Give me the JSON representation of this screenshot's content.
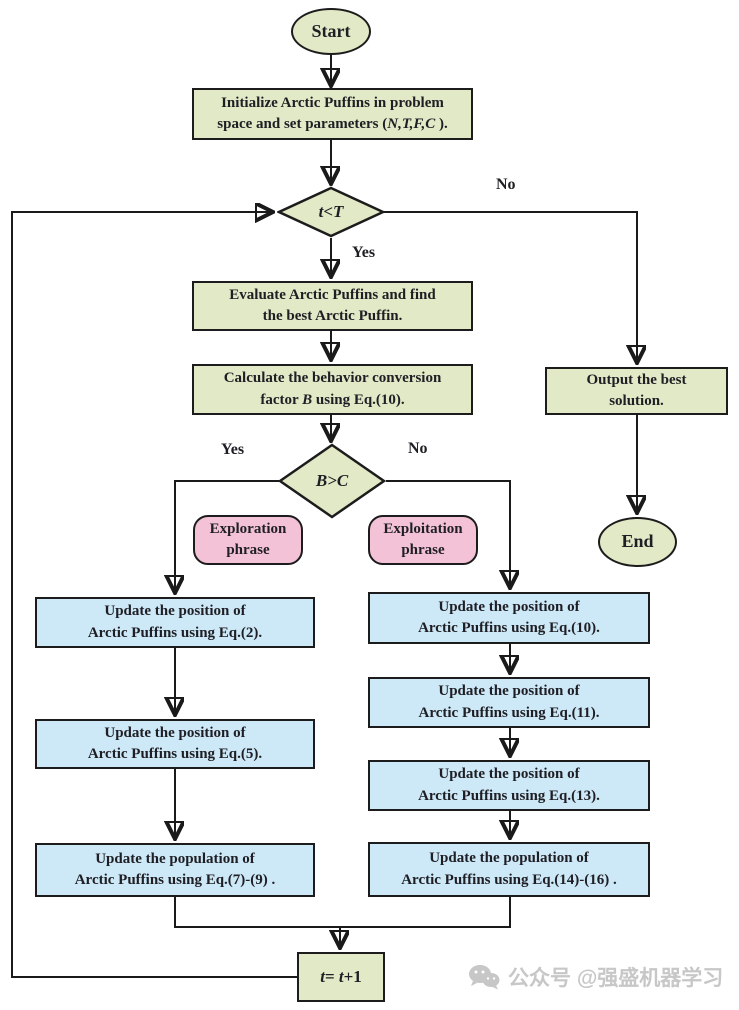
{
  "colors": {
    "terminator_fill": "#e1e9c6",
    "process_green_fill": "#e1e9c6",
    "process_blue_fill": "#cde8f6",
    "phrase_pink_fill": "#f4c2d6",
    "border": "#1c1c1c",
    "text": "#1e1e24",
    "watermark_gray": "#c7c7c7"
  },
  "nodes": {
    "start": {
      "label": "Start"
    },
    "initialize": {
      "line1": "Initialize Arctic Puffins in problem",
      "line2_pre": "space and set parameters (",
      "line2_vars": "N,T,F,C",
      "line2_post": " )."
    },
    "loop_decision": {
      "var1": "t",
      "op": " < ",
      "var2": "T"
    },
    "evaluate": {
      "line1": "Evaluate Arctic Puffins  and find",
      "line2": "the best Arctic Puffin."
    },
    "calculate": {
      "line1": "Calculate the behavior conversion",
      "line2_pre": "factor ",
      "line2_var": "B",
      "line2_post": " using Eq.(10)."
    },
    "behavior_decision": {
      "var1": "B",
      "op": " > ",
      "var2": "C"
    },
    "exploration": {
      "line1": "Exploration",
      "line2": "phrase"
    },
    "exploitation": {
      "line1": "Exploitation",
      "line2": "phrase"
    },
    "left_column": [
      {
        "line1": "Update the position of",
        "line2": "Arctic Puffins using Eq.(2)."
      },
      {
        "line1": "Update the position of",
        "line2": "Arctic Puffins using Eq.(5)."
      },
      {
        "line1": "Update the population of",
        "line2": "Arctic Puffins using Eq.(7)-(9) ."
      }
    ],
    "right_column": [
      {
        "line1": "Update the position of",
        "line2": "Arctic Puffins using Eq.(10)."
      },
      {
        "line1": "Update the position of",
        "line2": "Arctic Puffins using Eq.(11)."
      },
      {
        "line1": "Update the position of",
        "line2": "Arctic Puffins using Eq.(13)."
      },
      {
        "line1": "Update the population of",
        "line2": "Arctic Puffins using Eq.(14)-(16) ."
      }
    ],
    "output": {
      "line1": "Output the best",
      "line2": "solution."
    },
    "end": {
      "label": "End"
    },
    "counter": {
      "var1": "t",
      "mid": "= ",
      "var2": "t",
      "post": "+1"
    }
  },
  "edge_labels": {
    "loop_no": "No",
    "loop_yes": "Yes",
    "behavior_yes": "Yes",
    "behavior_no": "No"
  },
  "watermark": {
    "icon": "wechat-icon",
    "text": "公众号 @强盛机器学习"
  }
}
